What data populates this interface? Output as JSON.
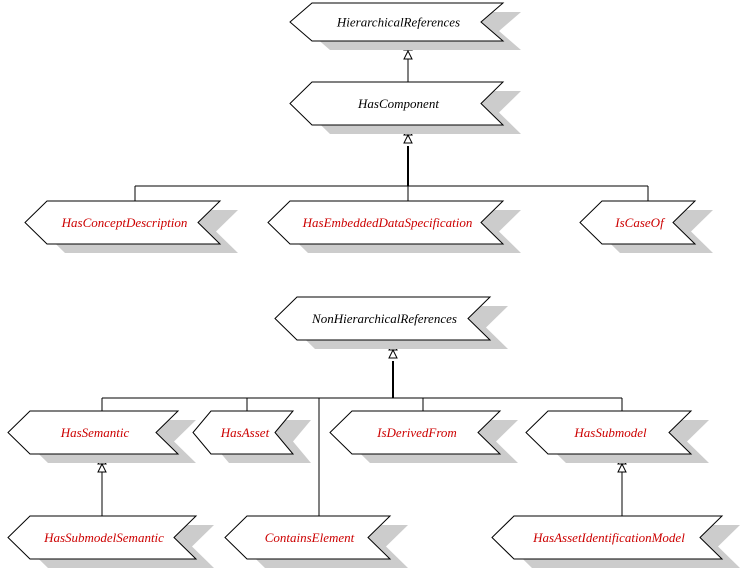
{
  "colors": {
    "black_label": "#000000",
    "red_label": "#cc0000",
    "shadow": "#cccccc",
    "line": "#000000",
    "fill": "#ffffff"
  },
  "nodes": {
    "hierarchical_references": {
      "label": "HierarchicalReferences",
      "color": "black"
    },
    "has_component": {
      "label": "HasComponent",
      "color": "black"
    },
    "has_concept_description": {
      "label": "HasConceptDescription",
      "color": "red"
    },
    "has_embedded_data_specification": {
      "label": "HasEmbeddedDataSpecification",
      "color": "red"
    },
    "is_case_of": {
      "label": "IsCaseOf",
      "color": "red"
    },
    "non_hierarchical_references": {
      "label": "NonHierarchicalReferences",
      "color": "black"
    },
    "has_semantic": {
      "label": "HasSemantic",
      "color": "red"
    },
    "has_asset": {
      "label": "HasAsset",
      "color": "red"
    },
    "is_derived_from": {
      "label": "IsDerivedFrom",
      "color": "red"
    },
    "has_submodel": {
      "label": "HasSubmodel",
      "color": "red"
    },
    "has_submodel_semantic": {
      "label": "HasSubmodelSemantic",
      "color": "red"
    },
    "contains_element": {
      "label": "ContainsElement",
      "color": "red"
    },
    "has_asset_identification_model": {
      "label": "HasAssetIdentificationModel",
      "color": "red"
    }
  }
}
